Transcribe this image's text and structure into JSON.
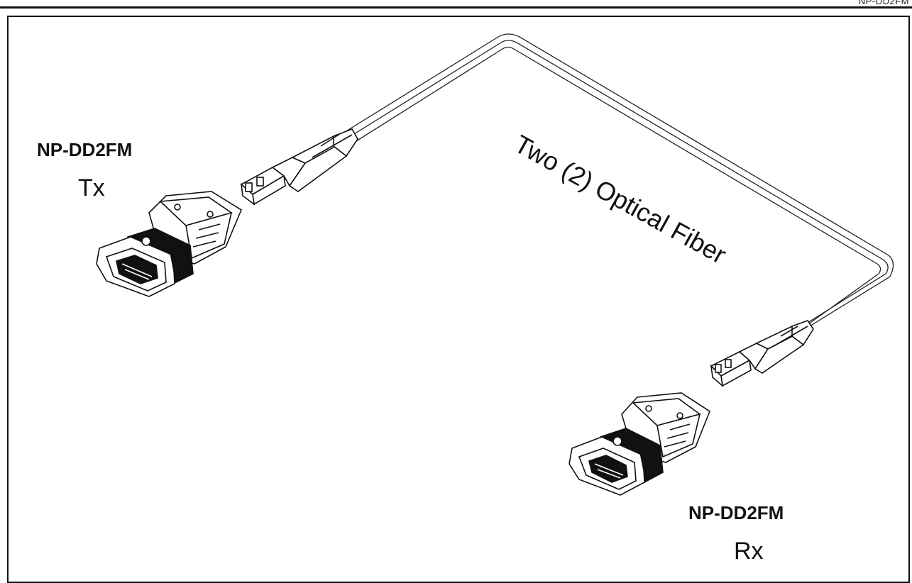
{
  "header": {
    "corner_text": "NP-DD2FM"
  },
  "tx": {
    "model": "NP-DD2FM",
    "role": "Tx"
  },
  "rx": {
    "model": "NP-DD2FM",
    "role": "Rx"
  },
  "fiber": {
    "label": "Two (2) Optical Fiber"
  },
  "colors": {
    "line": "#111111",
    "background": "#ffffff"
  }
}
